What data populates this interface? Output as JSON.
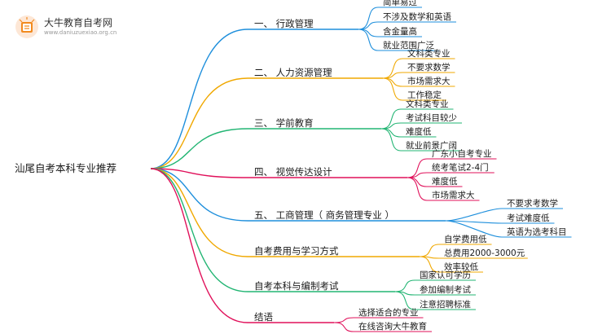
{
  "logo": {
    "name": "大牛教育自考网",
    "url": "www.daniuzuexiao.org.cn"
  },
  "root": "汕尾自考本科专业推荐",
  "branches": [
    {
      "label": "一、 行政管理",
      "color": "#1e8fdc",
      "leaves": [
        "简单易过",
        "不涉及数学和英语",
        "含金量高",
        "就业范围广泛"
      ]
    },
    {
      "label": "二、 人力资源管理",
      "color": "#f0a800",
      "leaves": [
        "文科类专业",
        "不要求数学",
        "市场需求大",
        "工作稳定"
      ]
    },
    {
      "label": "三、 学前教育",
      "color": "#22b573",
      "leaves": [
        "文科类专业",
        "考试科目较少",
        "难度低",
        "就业前景广阔"
      ]
    },
    {
      "label": "四、 视觉传达设计",
      "color": "#e0105a",
      "leaves": [
        "广东小自考专业",
        "统考笔试2-4门",
        "难度低",
        "市场需求大"
      ]
    },
    {
      "label": "五、 工商管理（ 商务管理专业 ）",
      "color": "#1e8fdc",
      "leaves": [
        "不要求考数学",
        "考试难度低",
        "英语为选考科目"
      ]
    },
    {
      "label": "自考费用与学习方式",
      "color": "#f0a800",
      "leaves": [
        "自学费用低",
        "总费用2000-3000元",
        "效率较低"
      ]
    },
    {
      "label": "自考本科与编制考试",
      "color": "#22b573",
      "leaves": [
        "国家认可学历",
        "参加编制考试",
        "注意招聘标准"
      ]
    },
    {
      "label": "结语",
      "color": "#e0105a",
      "leaves": [
        "选择适合的专业",
        "在线咨询大牛教育"
      ]
    }
  ]
}
